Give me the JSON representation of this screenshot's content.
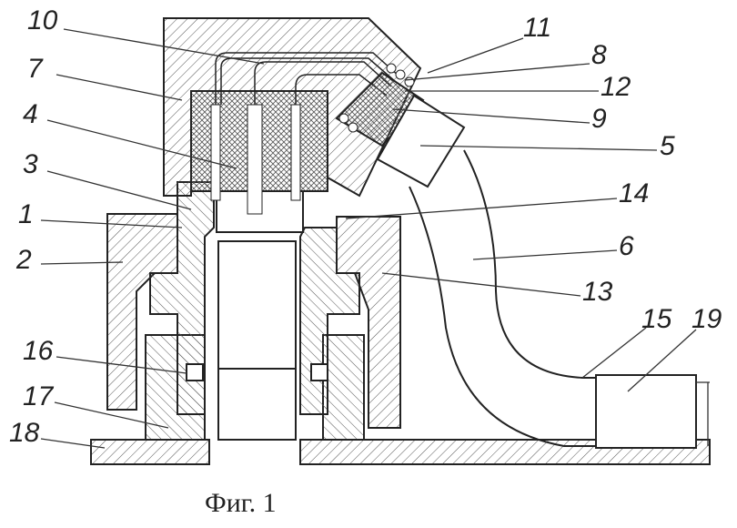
{
  "figure": {
    "caption": "Фиг. 1",
    "labels": [
      "10",
      "11",
      "7",
      "8",
      "4",
      "12",
      "9",
      "5",
      "3",
      "14",
      "1",
      "6",
      "2",
      "13",
      "16",
      "15",
      "19",
      "17",
      "18"
    ],
    "colors": {
      "ink": "#222222",
      "paper": "#ffffff"
    }
  }
}
